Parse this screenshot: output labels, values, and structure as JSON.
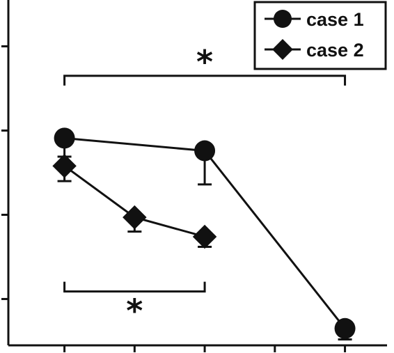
{
  "chart_data": {
    "type": "line",
    "x": [
      1,
      2,
      3,
      4,
      5
    ],
    "xlim": [
      0.2,
      5.6
    ],
    "ylim": [
      -0.55,
      3.55
    ],
    "yticks": [
      0,
      1,
      2,
      3
    ],
    "xlabel": "",
    "ylabel": "",
    "title": "",
    "legend_position": "top-right",
    "series": [
      {
        "name": "case 1",
        "marker": "circle",
        "points": [
          {
            "x": 1,
            "y": 1.91,
            "err": 0.22
          },
          {
            "x": 3,
            "y": 1.76,
            "err": 0.4
          },
          {
            "x": 5,
            "y": -0.35,
            "err": 0.13
          }
        ]
      },
      {
        "name": "case 2",
        "marker": "diamond",
        "points": [
          {
            "x": 1,
            "y": 1.58,
            "err": 0.18
          },
          {
            "x": 2,
            "y": 0.97,
            "err": 0.17
          },
          {
            "x": 3,
            "y": 0.74,
            "err": 0.12
          }
        ]
      }
    ],
    "annotations": [
      {
        "type": "bracket",
        "x1": 1,
        "x2": 5,
        "y": 2.65,
        "direction": "down",
        "label": "*"
      },
      {
        "type": "bracket",
        "x1": 1,
        "x2": 3,
        "y": 0.09,
        "direction": "up",
        "label": "*"
      }
    ],
    "colors": {
      "line": "#111111",
      "background": "#ffffff"
    }
  }
}
